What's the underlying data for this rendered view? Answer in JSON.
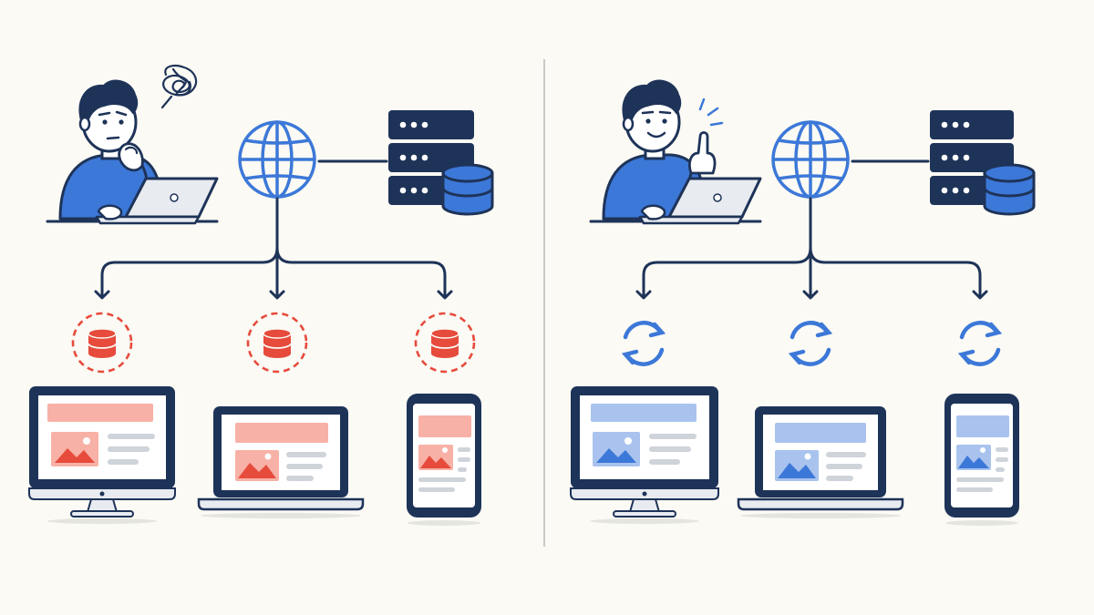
{
  "colors": {
    "background": "#fbfaf4",
    "navy": "#1e3358",
    "blue": "#3c78d8",
    "blue_light": "#a9c3ee",
    "red": "#e64b3c",
    "red_light": "#f8b1a6",
    "gray_screen": "#ffffff",
    "gray_line": "#cfd3da",
    "divider": "#c9c9c9",
    "skin": "#ffffff"
  },
  "panels": [
    {
      "id": "left",
      "state": "confused",
      "thought_icon": "scribble-thought-bubble-icon",
      "cache_icon": "red-dashed-database-icon",
      "accent": "red"
    },
    {
      "id": "right",
      "state": "idea",
      "thought_icon": "idea-spark-icon",
      "cache_icon": "blue-sync-arrows-icon",
      "accent": "blue"
    }
  ],
  "devices": [
    "desktop-monitor",
    "laptop",
    "smartphone"
  ]
}
